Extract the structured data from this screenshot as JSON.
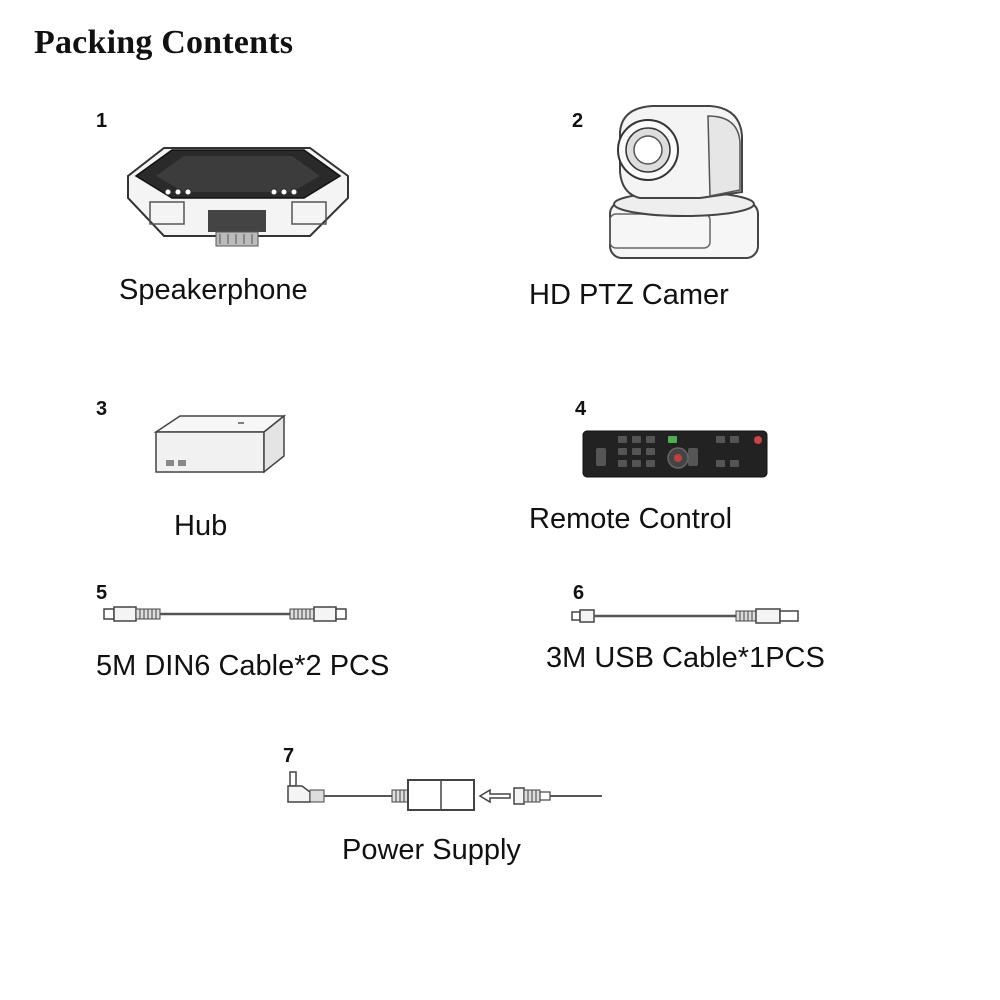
{
  "title": "Packing Contents",
  "items": [
    {
      "number": "1",
      "label": "Speakerphone",
      "icon": "speakerphone-icon"
    },
    {
      "number": "2",
      "label": "HD PTZ  Camer",
      "icon": "ptz-camera-icon"
    },
    {
      "number": "3",
      "label": "Hub",
      "icon": "hub-icon"
    },
    {
      "number": "4",
      "label": "Remote Control",
      "icon": "remote-control-icon"
    },
    {
      "number": "5",
      "label": "5M DIN6 Cable*2 PCS",
      "icon": "din6-cable-icon"
    },
    {
      "number": "6",
      "label": "3M USB Cable*1PCS",
      "icon": "usb-cable-icon"
    },
    {
      "number": "7",
      "label": "Power Supply",
      "icon": "power-supply-icon"
    }
  ]
}
